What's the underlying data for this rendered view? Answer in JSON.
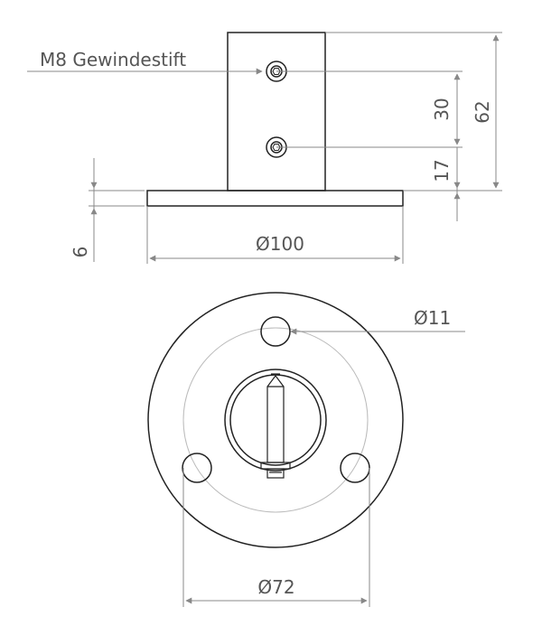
{
  "colors": {
    "outline": "#222222",
    "dimension": "#888888",
    "text": "#555555",
    "center_line": "#bbbbbb"
  },
  "labels": {
    "thread_pin": "M8 Gewindestift",
    "dim_30": "30",
    "dim_62": "62",
    "dim_17": "17",
    "dim_6": "6",
    "dim_diameter_100": "Ø100",
    "dim_diameter_11": "Ø11",
    "dim_diameter_72": "Ø72"
  }
}
